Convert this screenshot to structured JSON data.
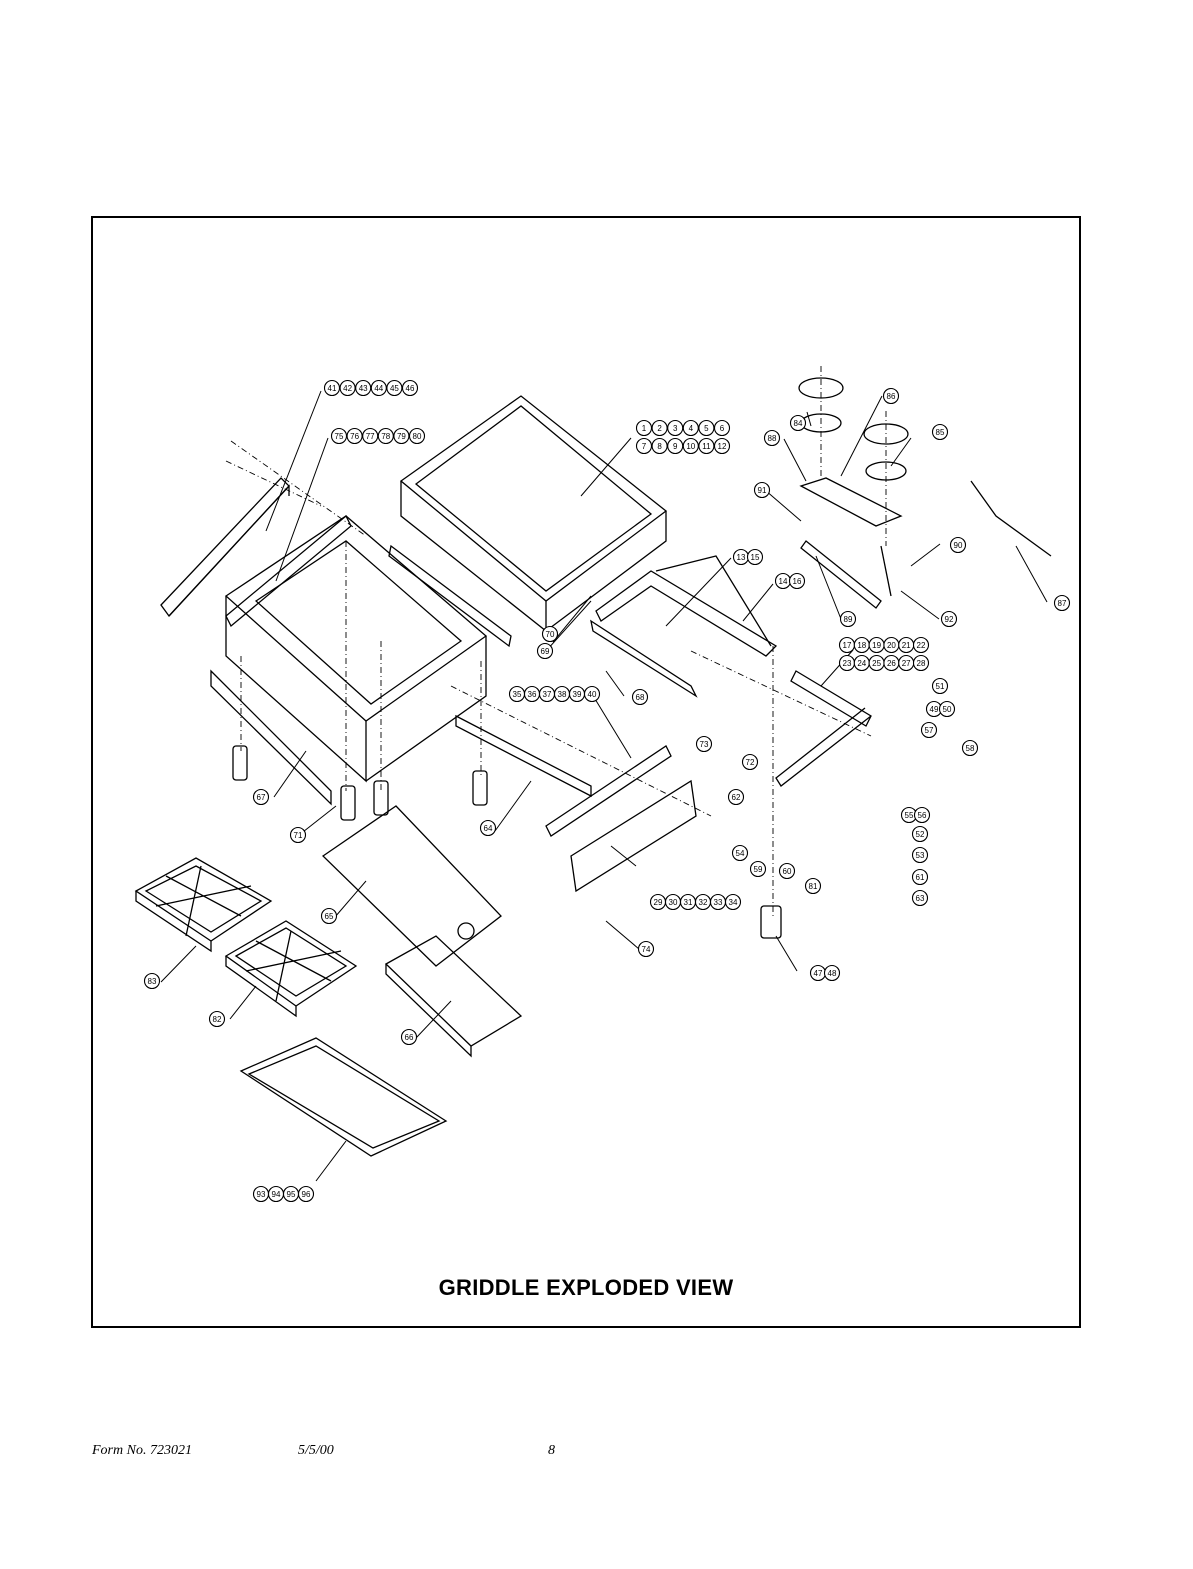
{
  "diagram": {
    "title": "GRIDDLE EXPLODED VIEW",
    "callouts": [
      {
        "id": "c-41-46",
        "labels": [
          "41",
          "42",
          "43",
          "44",
          "45",
          "46"
        ]
      },
      {
        "id": "c-75-80",
        "labels": [
          "75",
          "76",
          "77",
          "78",
          "79",
          "80"
        ]
      },
      {
        "id": "c-1-12",
        "labels": [
          "1",
          "2",
          "3",
          "4",
          "5",
          "6",
          "7",
          "8",
          "9",
          "10",
          "11",
          "12"
        ]
      },
      {
        "id": "c-13-15",
        "labels": [
          "13",
          "15"
        ]
      },
      {
        "id": "c-14-16",
        "labels": [
          "14",
          "16"
        ]
      },
      {
        "id": "c-17-28",
        "labels": [
          "17",
          "18",
          "19",
          "20",
          "21",
          "22",
          "23",
          "24",
          "25",
          "26",
          "27",
          "28"
        ]
      },
      {
        "id": "c-35-40",
        "labels": [
          "35",
          "36",
          "37",
          "38",
          "39",
          "40"
        ]
      },
      {
        "id": "c-29-34",
        "labels": [
          "29",
          "30",
          "31",
          "32",
          "33",
          "34"
        ]
      },
      {
        "id": "c-93-96",
        "labels": [
          "93",
          "94",
          "95",
          "96"
        ]
      },
      {
        "id": "c-47-48",
        "labels": [
          "47",
          "48"
        ]
      },
      {
        "id": "c-49-50",
        "labels": [
          "49",
          "50"
        ]
      },
      {
        "id": "c-55-56",
        "labels": [
          "55",
          "56"
        ]
      },
      {
        "id": "c-84",
        "labels": [
          "84"
        ]
      },
      {
        "id": "c-86",
        "labels": [
          "86"
        ]
      },
      {
        "id": "c-85",
        "labels": [
          "85"
        ]
      },
      {
        "id": "c-88",
        "labels": [
          "88"
        ]
      },
      {
        "id": "c-91",
        "labels": [
          "91"
        ]
      },
      {
        "id": "c-90",
        "labels": [
          "90"
        ]
      },
      {
        "id": "c-87",
        "labels": [
          "87"
        ]
      },
      {
        "id": "c-89",
        "labels": [
          "89"
        ]
      },
      {
        "id": "c-92",
        "labels": [
          "92"
        ]
      },
      {
        "id": "c-70",
        "labels": [
          "70"
        ]
      },
      {
        "id": "c-69",
        "labels": [
          "69"
        ]
      },
      {
        "id": "c-68",
        "labels": [
          "68"
        ]
      },
      {
        "id": "c-51",
        "labels": [
          "51"
        ]
      },
      {
        "id": "c-57",
        "labels": [
          "57"
        ]
      },
      {
        "id": "c-58",
        "labels": [
          "58"
        ]
      },
      {
        "id": "c-73",
        "labels": [
          "73"
        ]
      },
      {
        "id": "c-72",
        "labels": [
          "72"
        ]
      },
      {
        "id": "c-62",
        "labels": [
          "62"
        ]
      },
      {
        "id": "c-52",
        "labels": [
          "52"
        ]
      },
      {
        "id": "c-53",
        "labels": [
          "53"
        ]
      },
      {
        "id": "c-61",
        "labels": [
          "61"
        ]
      },
      {
        "id": "c-63",
        "labels": [
          "63"
        ]
      },
      {
        "id": "c-54",
        "labels": [
          "54"
        ]
      },
      {
        "id": "c-59",
        "labels": [
          "59"
        ]
      },
      {
        "id": "c-60",
        "labels": [
          "60"
        ]
      },
      {
        "id": "c-81",
        "labels": [
          "81"
        ]
      },
      {
        "id": "c-67",
        "labels": [
          "67"
        ]
      },
      {
        "id": "c-71",
        "labels": [
          "71"
        ]
      },
      {
        "id": "c-64",
        "labels": [
          "64"
        ]
      },
      {
        "id": "c-65",
        "labels": [
          "65"
        ]
      },
      {
        "id": "c-83",
        "labels": [
          "83"
        ]
      },
      {
        "id": "c-82",
        "labels": [
          "82"
        ]
      },
      {
        "id": "c-66",
        "labels": [
          "66"
        ]
      },
      {
        "id": "c-74",
        "labels": [
          "74"
        ]
      }
    ]
  },
  "footer": {
    "form_no": "Form No. 723021",
    "date": "5/5/00",
    "page": "8"
  }
}
